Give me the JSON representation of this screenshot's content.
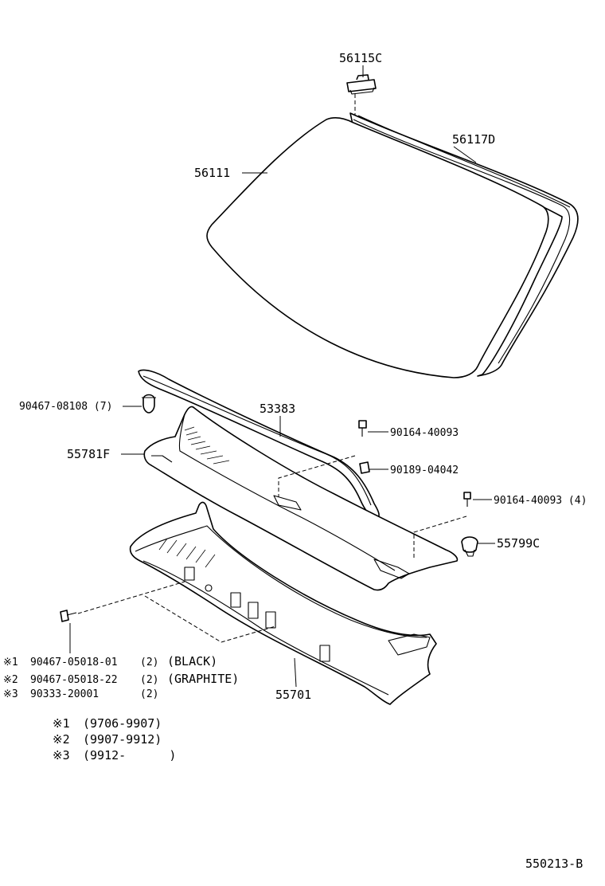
{
  "parts": {
    "clip_56115c": "56115C",
    "moulding_56117d": "56117D",
    "glass_56111": "56111",
    "clip_90467_08108": "90467-08108 (7)",
    "seal_53383": "53383",
    "screw_90164_40093": "90164-40093",
    "nut_90189_04042": "90189-04042",
    "louver_55781f": "55781F",
    "screw_90164_40093_4": "90164-40093 (4)",
    "clip_55799c": "55799C",
    "panel_55701": "55701"
  },
  "footnotes": {
    "rows": [
      {
        "mark": "※1",
        "part": "90467-05018-01",
        "qty": "(2)",
        "color": "(BLACK)"
      },
      {
        "mark": "※2",
        "part": "90467-05018-22",
        "qty": "(2)",
        "color": "(GRAPHITE)"
      },
      {
        "mark": "※3",
        "part": "90333-20001",
        "qty": "(2)",
        "color": ""
      }
    ],
    "periods": [
      {
        "mark": "※1",
        "range": "(9706-9907)"
      },
      {
        "mark": "※2",
        "range": "(9907-9912)"
      },
      {
        "mark": "※3",
        "range": "(9912-      )"
      }
    ]
  },
  "diagram_code": "550213-B"
}
